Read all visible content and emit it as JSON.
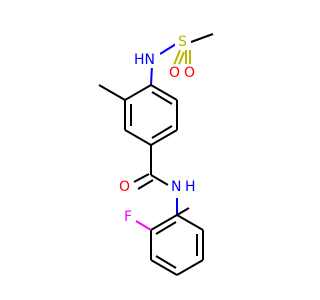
{
  "molecule": {
    "atoms": {
      "nh_top": {
        "label": "HN",
        "color": "#0000ff"
      },
      "s": {
        "label": "S",
        "color": "#b8b800"
      },
      "o_left": {
        "label": "O",
        "color": "#ff0000"
      },
      "o_right": {
        "label": "O",
        "color": "#ff0000"
      },
      "o_amide": {
        "label": "O",
        "color": "#ff0000"
      },
      "n_amide": {
        "label": "N",
        "color": "#0000ff"
      },
      "h_amide": {
        "label": "H",
        "color": "#0000ff"
      },
      "f": {
        "label": "F",
        "color": "#ff00ff"
      }
    },
    "colors": {
      "carbon_bond": "#000000",
      "nitrogen": "#0000ff",
      "oxygen": "#ff0000",
      "sulfur": "#b8b800",
      "fluorine": "#ff00ff",
      "background": "#ffffff"
    }
  }
}
